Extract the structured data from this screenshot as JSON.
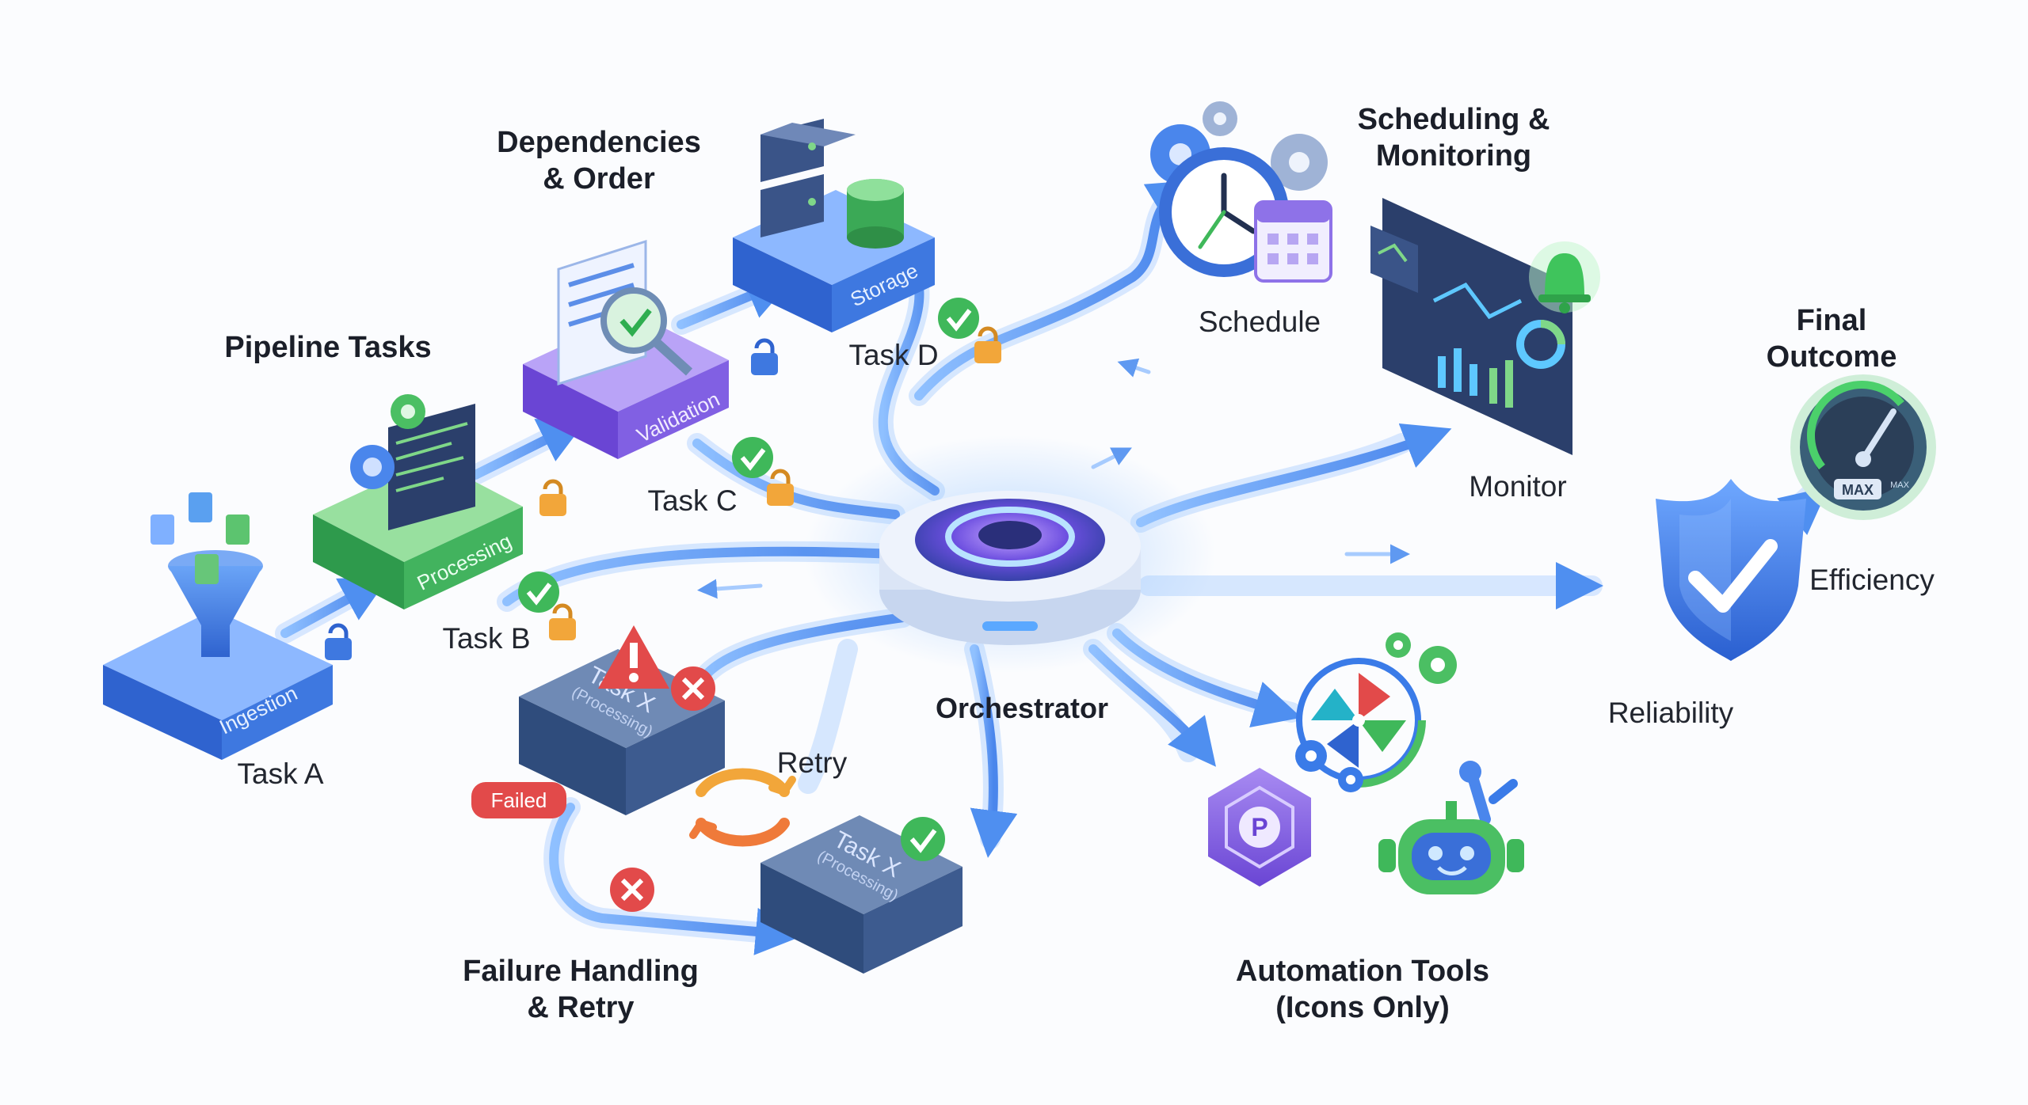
{
  "headings": {
    "pipeline_tasks": "Pipeline Tasks",
    "dependencies": "Dependencies\n& Order",
    "scheduling": "Scheduling &\nMonitoring",
    "final_outcome": "Final Outcome",
    "failure": "Failure Handling\n& Retry",
    "automation": "Automation Tools\n(Icons Only)",
    "orchestrator": "Orchestrator"
  },
  "tasks": {
    "a": "Task A",
    "b": "Task B",
    "c": "Task C",
    "d": "Task D"
  },
  "blocks": {
    "ingestion": "Ingestion",
    "processing": "Processing",
    "validation": "Validation",
    "storage": "Storage",
    "task_x": "Task X",
    "task_x_sub": "(Processing)"
  },
  "failure": {
    "failed_badge": "Failed",
    "retry": "Retry"
  },
  "monitoring": {
    "schedule": "Schedule",
    "monitor": "Monitor"
  },
  "outcome": {
    "reliability": "Reliability",
    "efficiency": "Efficiency",
    "gauge_max": "MAX",
    "gauge_max_small": "MAX"
  },
  "tools": {
    "p_letter": "P"
  },
  "colors": {
    "flow_blue": "#4f8ff0",
    "block_blue": "#3f79e3",
    "block_green": "#3fae5a",
    "block_purple": "#7f5ce0",
    "block_navy": "#3a5a8c",
    "check_green": "#3fb85a",
    "error_red": "#e24a4a",
    "lock_orange": "#f2a63a",
    "orch_purple": "#7a56f0"
  }
}
